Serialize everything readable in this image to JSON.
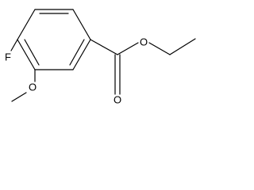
{
  "molecule": {
    "atom_labels": {
      "fluorine": "F",
      "methoxy_oxygen": "O",
      "carbonyl_oxygen": "O",
      "ester_oxygen": "O"
    }
  }
}
